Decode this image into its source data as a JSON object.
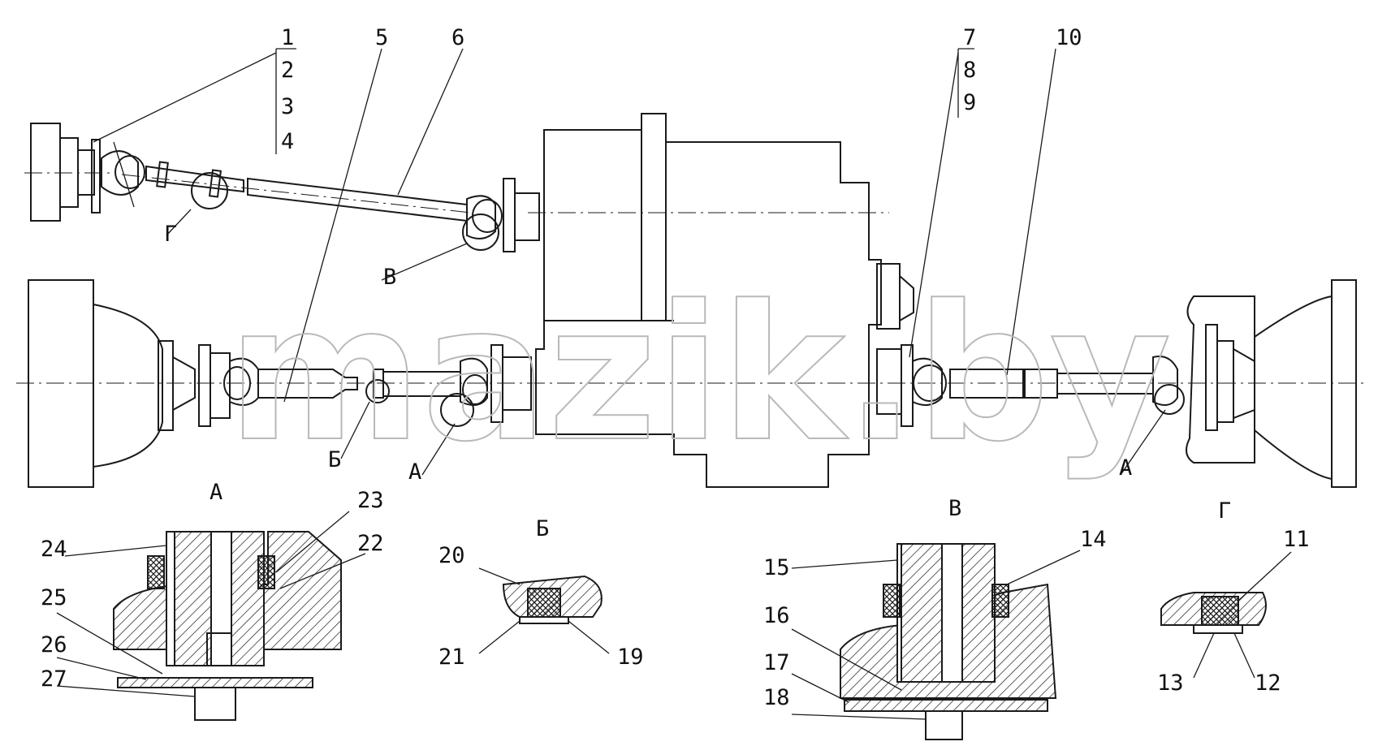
{
  "callouts": [
    "1",
    "2",
    "3",
    "4",
    "5",
    "6",
    "7",
    "8",
    "9",
    "10",
    "11",
    "12",
    "13",
    "14",
    "15",
    "16",
    "17",
    "18",
    "19",
    "20",
    "21",
    "22",
    "23",
    "24",
    "25",
    "26",
    "27"
  ],
  "view_markers": {
    "a": "А",
    "b": "Б",
    "v": "В",
    "g": "Г"
  },
  "watermark": "mazik.by"
}
